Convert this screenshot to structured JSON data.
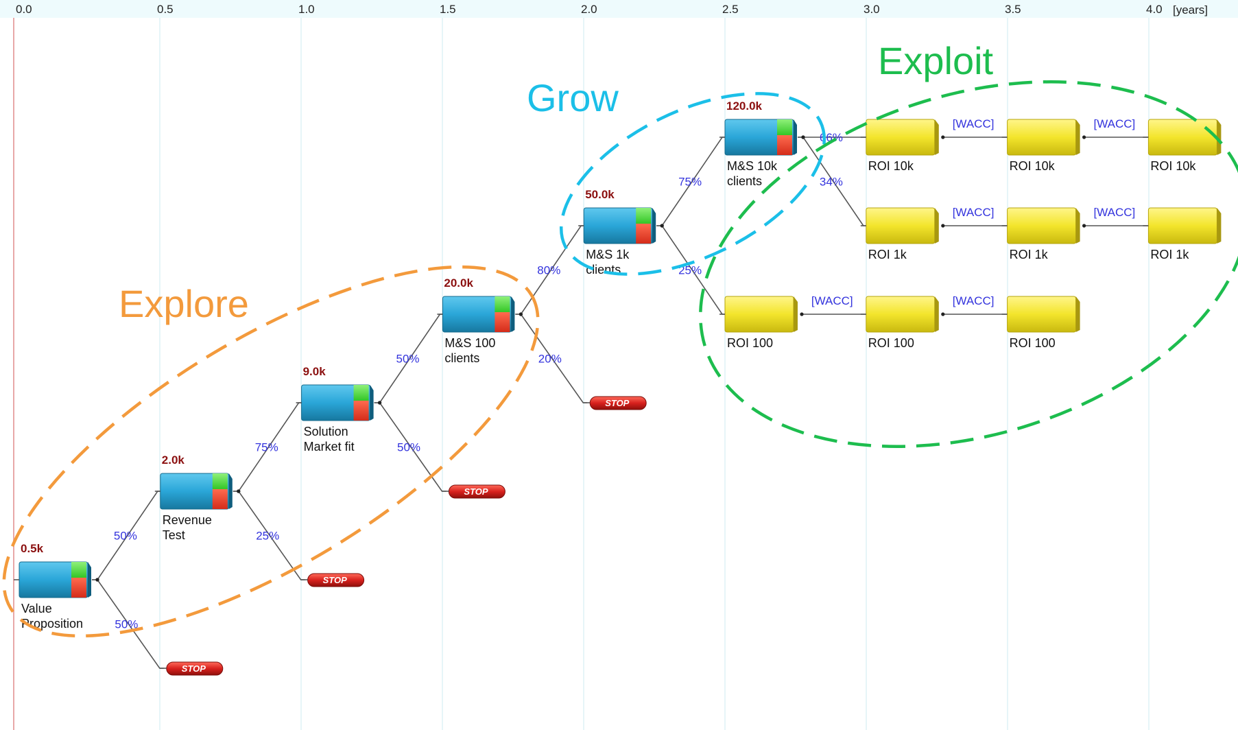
{
  "timeline": {
    "ticks": [
      "0.0",
      "0.5",
      "1.0",
      "1.5",
      "2.0",
      "2.5",
      "3.0",
      "3.5",
      "4.0"
    ],
    "unit": "[years]"
  },
  "colors": {
    "explore": "#f39a3c",
    "grow": "#1bbfe8",
    "exploit": "#1dbd4e",
    "node_blue": "#2aa6d8",
    "node_yellow": "#f2e52a",
    "prob": "#3333dd",
    "value": "#8b1010",
    "stop": "#d8211d"
  },
  "regions": [
    {
      "id": "explore",
      "label": "Explore"
    },
    {
      "id": "grow",
      "label": "Grow"
    },
    {
      "id": "exploit",
      "label": "Exploit"
    }
  ],
  "nodes": [
    {
      "id": "vp",
      "type": "chance",
      "name": [
        "Value",
        "Proposition"
      ],
      "value": "0.5k",
      "t": 0.0,
      "row": 0
    },
    {
      "id": "rt",
      "type": "chance",
      "name": [
        "Revenue",
        "Test"
      ],
      "value": "2.0k",
      "t": 0.5,
      "row": 1
    },
    {
      "id": "smf",
      "type": "chance",
      "name": [
        "Solution",
        "Market fit"
      ],
      "value": "9.0k",
      "t": 1.0,
      "row": 2
    },
    {
      "id": "ms100",
      "type": "chance",
      "name": [
        "M&S 100",
        "clients"
      ],
      "value": "20.0k",
      "t": 1.5,
      "row": 3
    },
    {
      "id": "ms1k",
      "type": "chance",
      "name": [
        "M&S 1k",
        "clients"
      ],
      "value": "50.0k",
      "t": 2.0,
      "row": 4
    },
    {
      "id": "ms10k",
      "type": "chance",
      "name": [
        "M&S 10k",
        "clients"
      ],
      "value": "120.0k",
      "t": 2.5,
      "row": 5
    },
    {
      "id": "r10k_1",
      "type": "payoff",
      "name": [
        "ROI 10k"
      ],
      "t": 3.0,
      "row": 5
    },
    {
      "id": "r10k_2",
      "type": "payoff",
      "name": [
        "ROI 10k"
      ],
      "t": 3.5,
      "row": 5
    },
    {
      "id": "r10k_3",
      "type": "payoff",
      "name": [
        "ROI 10k"
      ],
      "t": 4.0,
      "row": 5
    },
    {
      "id": "r1k_1",
      "type": "payoff",
      "name": [
        "ROI 1k"
      ],
      "t": 3.0,
      "row": 4
    },
    {
      "id": "r1k_2",
      "type": "payoff",
      "name": [
        "ROI 1k"
      ],
      "t": 3.5,
      "row": 4
    },
    {
      "id": "r1k_3",
      "type": "payoff",
      "name": [
        "ROI 1k"
      ],
      "t": 4.0,
      "row": 4
    },
    {
      "id": "r100_1",
      "type": "payoff",
      "name": [
        "ROI 100"
      ],
      "t": 2.5,
      "row": 3
    },
    {
      "id": "r100_2",
      "type": "payoff",
      "name": [
        "ROI 100"
      ],
      "t": 3.0,
      "row": 3
    },
    {
      "id": "r100_3",
      "type": "payoff",
      "name": [
        "ROI 100"
      ],
      "t": 3.5,
      "row": 3
    },
    {
      "id": "stop1",
      "type": "stop",
      "label": "STOP",
      "t": 0.5,
      "row": -1
    },
    {
      "id": "stop2",
      "type": "stop",
      "label": "STOP",
      "t": 1.0,
      "row": 0
    },
    {
      "id": "stop3",
      "type": "stop",
      "label": "STOP",
      "t": 1.5,
      "row": 1
    },
    {
      "id": "stop4",
      "type": "stop",
      "label": "STOP",
      "t": 2.0,
      "row": 2
    }
  ],
  "edges": [
    {
      "from": "vp",
      "to": "rt",
      "kind": "branch",
      "label": "50%"
    },
    {
      "from": "vp",
      "to": "stop1",
      "kind": "branch",
      "label": "50%"
    },
    {
      "from": "rt",
      "to": "smf",
      "kind": "branch",
      "label": "75%"
    },
    {
      "from": "rt",
      "to": "stop2",
      "kind": "branch",
      "label": "25%"
    },
    {
      "from": "smf",
      "to": "ms100",
      "kind": "branch",
      "label": "50%"
    },
    {
      "from": "smf",
      "to": "stop3",
      "kind": "branch",
      "label": "50%"
    },
    {
      "from": "ms100",
      "to": "ms1k",
      "kind": "branch",
      "label": "80%"
    },
    {
      "from": "ms100",
      "to": "stop4",
      "kind": "branch",
      "label": "20%"
    },
    {
      "from": "ms1k",
      "to": "ms10k",
      "kind": "branch",
      "label": "75%"
    },
    {
      "from": "ms1k",
      "to": "r100_1",
      "kind": "branch",
      "label": "25%"
    },
    {
      "from": "ms10k",
      "to": "r10k_1",
      "kind": "branch",
      "label": "66%"
    },
    {
      "from": "ms10k",
      "to": "r1k_1",
      "kind": "branch",
      "label": "34%"
    },
    {
      "from": "r10k_1",
      "to": "r10k_2",
      "kind": "flow",
      "label": "[WACC]"
    },
    {
      "from": "r10k_2",
      "to": "r10k_3",
      "kind": "flow",
      "label": "[WACC]"
    },
    {
      "from": "r1k_1",
      "to": "r1k_2",
      "kind": "flow",
      "label": "[WACC]"
    },
    {
      "from": "r1k_2",
      "to": "r1k_3",
      "kind": "flow",
      "label": "[WACC]"
    },
    {
      "from": "r100_1",
      "to": "r100_2",
      "kind": "flow",
      "label": "[WACC]"
    },
    {
      "from": "r100_2",
      "to": "r100_3",
      "kind": "flow",
      "label": "[WACC]"
    }
  ]
}
